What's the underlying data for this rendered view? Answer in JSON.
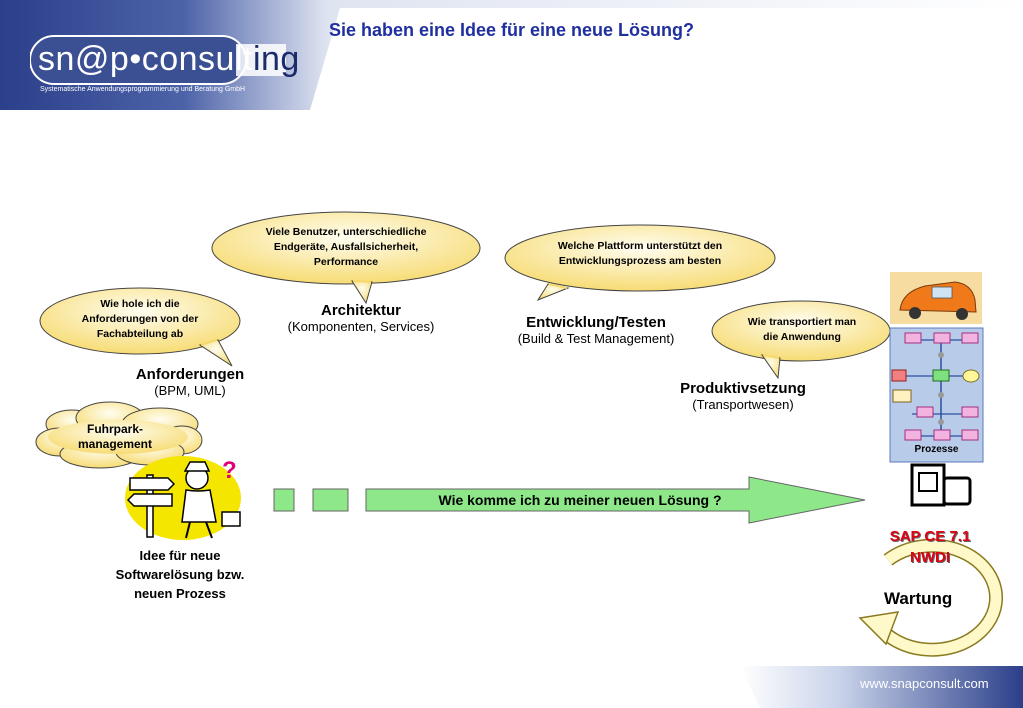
{
  "header": {
    "title": "Sie haben eine Idee für eine neue Lösung?",
    "logo_main": "sn@p•consult",
    "logo_suffix": "ing",
    "logo_subtitle": "Systematische Anwendungsprogrammierung und Beratung GmbH"
  },
  "bubbles": {
    "architecture_question": [
      "Viele Benutzer, unterschiedliche",
      "Endgeräte, Ausfallsicherheit,",
      "Performance"
    ],
    "platform_question": [
      "Welche Plattform unterstützt den",
      "Entwicklungsprozess am besten"
    ],
    "requirements_question": [
      "Wie hole ich die",
      "Anforderungen von der",
      "Fachabteilung ab"
    ],
    "transport_question": [
      "Wie transportiert man",
      "die Anwendung"
    ],
    "fuhrpark": [
      "Fuhrpark-",
      "management"
    ]
  },
  "stages": {
    "anforderungen": {
      "title": "Anforderungen",
      "sub": "(BPM, UML)"
    },
    "architektur": {
      "title": "Architektur",
      "sub": "(Komponenten, Services)"
    },
    "entwicklung": {
      "title": "Entwicklung/Testen",
      "sub": "(Build & Test Management)"
    },
    "produktiv": {
      "title": "Produktivsetzung",
      "sub": "(Transportwesen)"
    }
  },
  "idea_text": [
    "Idee für neue",
    "Softwarelösung bzw.",
    "neuen Prozess"
  ],
  "arrow_text": "Wie komme ich zu meiner neuen Lösung ?",
  "prozesse_label": "Prozesse",
  "sap": {
    "line1": "SAP CE 7.1",
    "line2": "NWDI"
  },
  "wartung": "Wartung",
  "footer_url": "www.snapconsult.com",
  "colors": {
    "title": "#1f2fa0",
    "bubble_fill": "#fbe79a",
    "arrow_fill": "#8ee88a",
    "sap_red": "#e0000f",
    "header_blue": "#2b3f8a"
  }
}
